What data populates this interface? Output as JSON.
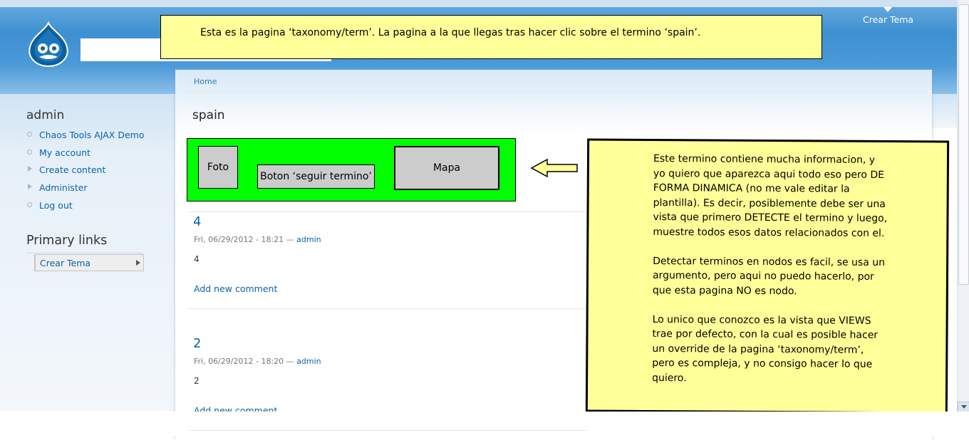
{
  "header": {
    "primary_link": "Crear Tema"
  },
  "breadcrumb": "Home",
  "page_title": "spain",
  "sidebar": {
    "user_block_title": "admin",
    "nav": [
      {
        "label": "Chaos Tools AJAX Demo",
        "marker": "bullet"
      },
      {
        "label": "My account",
        "marker": "bullet"
      },
      {
        "label": "Create content",
        "marker": "triangle"
      },
      {
        "label": "Administer",
        "marker": "triangle"
      },
      {
        "label": "Log out",
        "marker": "bullet"
      }
    ],
    "primary_links_title": "Primary links",
    "primary_links": [
      {
        "label": "Crear Tema"
      }
    ]
  },
  "mockup": {
    "foto": "Foto",
    "boton": "Boton ‘seguir termino’",
    "mapa": "Mapa",
    "box_color": "#00ff00"
  },
  "nodes": [
    {
      "title": "4",
      "date": "Fri, 06/29/2012 - 18:21",
      "sep": "—",
      "author": "admin",
      "body": "4",
      "comment_link": "Add new comment"
    },
    {
      "title": "2",
      "date": "Fri, 06/29/2012 - 18:20",
      "sep": "—",
      "author": "admin",
      "body": "2",
      "comment_link": "Add new comment"
    }
  ],
  "notes": {
    "top": "Esta es la pagina ‘taxonomy/term’. La pagina a la que llegas tras hacer clic sobre el termino ‘spain’.",
    "right": [
      "Este termino contiene mucha informacion, y yo quiero que aparezca aqui todo eso pero DE FORMA DINAMICA (no me vale editar la plantilla). Es decir, posiblemente debe ser una vista que primero DETECTE el termino y luego, muestre todos esos datos relacionados con el.",
      "Detectar terminos en nodos es facil, se usa un argumento, pero aqui no puedo hacerlo, por que esta pagina NO es nodo.",
      "Lo unico que conozco es la vista que VIEWS trae por defecto, con la cual es posible hacer un override de la pagina ‘taxonomy/term’, pero es compleja, y no consigo hacer lo que quiero."
    ],
    "color": "#ffff99"
  },
  "colors": {
    "link": "#0a62a8",
    "header_blue": "#3e90d2"
  }
}
